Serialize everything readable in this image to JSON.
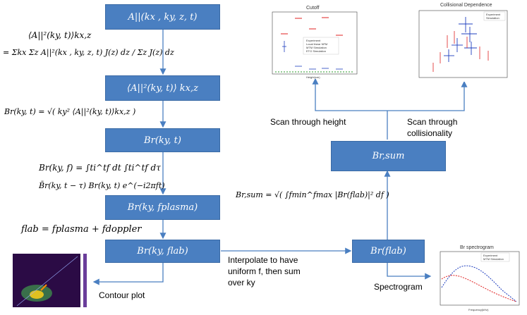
{
  "boxes": {
    "b1": "A||(kx , ky, z, t)",
    "b2": "⟨A||²(ky, t)⟩ kx,z",
    "b3": "Br(ky, t)",
    "b4": "Br(ky, fplasma)",
    "b5": "Br(ky, flab)",
    "b6": "Br,sum",
    "b7": "Br(flab)"
  },
  "equations": {
    "avg_lhs": "⟨A||²(ky, t)⟩kx,z",
    "avg_rhs": "= Σkx Σz A||²(kx , ky, z, t) J(z) dz / Σz J(z) dz",
    "br_def": "Br(ky, t) = √( ky² ⟨A||²(ky, t)⟩kx,z )",
    "fourier1": "Br(ky, f) = ∫ti^tf dt ∫ti^tf dτ",
    "fourier2": "B̄r(ky, t − τ) Br(ky, t) e^(−i2πft)",
    "flab": "flab = fplasma + fdoppler",
    "brsum": "Br,sum = √( ∫fmin^fmax |Br(flab)|² df )"
  },
  "labels": {
    "scan_height": "Scan through height",
    "scan_coll_1": "Scan through",
    "scan_coll_2": "collisionality",
    "interp_1": "Interpolate to have",
    "interp_2": "uniform f, then sum",
    "interp_3": "over ky",
    "contour": "Contour plot",
    "spectrogram": "Spectrogram"
  },
  "plots": {
    "cutoff_title": "Cutoff",
    "cutoff_legend": [
      "Experiment",
      "Local linear NFM",
      "MTM Simulation",
      "ETG Simulation"
    ],
    "cutoff_xlabel": "Height(cm)",
    "coll_title": "Collisional Dependence",
    "coll_legend": [
      "Experiment",
      "Simulation"
    ],
    "spec_title": "Br spectrogram",
    "spec_legend": [
      "Experiment",
      "MTM Simulation"
    ],
    "spec_xlabel": "Frequency(kHz)"
  },
  "colors": {
    "box": "#4a7fc1",
    "arrow": "#4a7fc1",
    "experiment": "#1f3fbf",
    "simulation": "#e02020"
  }
}
